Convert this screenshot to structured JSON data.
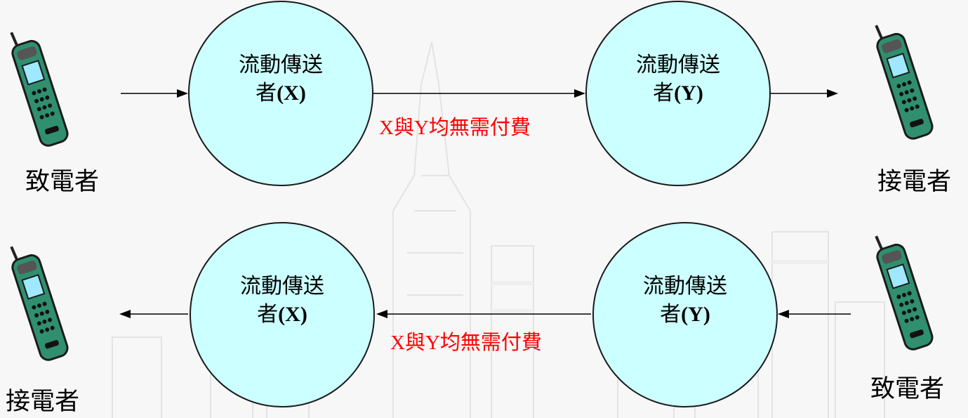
{
  "top_flow": {
    "caller_label": "致電者",
    "receiver_label": "接電者",
    "node_x": {
      "line1": "流動傳送",
      "line2_prefix": "者",
      "line2_symbol": "(X)"
    },
    "node_y": {
      "line1": "流動傳送",
      "line2_prefix": "者",
      "line2_symbol": "(Y)"
    },
    "edge_label": "X與Y均無需付費"
  },
  "bottom_flow": {
    "caller_label": "致電者",
    "receiver_label": "接電者",
    "node_x": {
      "line1": "流動傳送",
      "line2_prefix": "者",
      "line2_symbol": "(X)"
    },
    "node_y": {
      "line1": "流動傳送",
      "line2_prefix": "者",
      "line2_symbol": "(Y)"
    },
    "edge_label": "X與Y均無需付費"
  },
  "icons": {
    "phone": "mobile-phone-icon"
  },
  "colors": {
    "node_fill": "#ccffff",
    "edge_label": "#ff0000",
    "phone_body": "#2f8f6f",
    "phone_screen": "#9fe8ff"
  }
}
